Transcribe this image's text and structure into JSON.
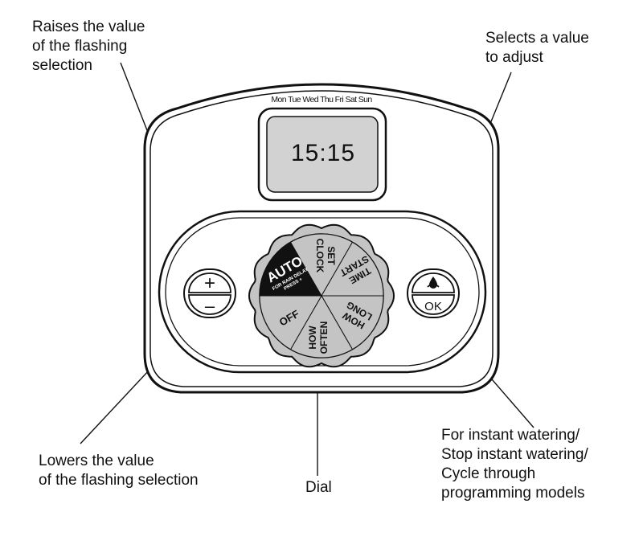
{
  "callouts": {
    "raises": "Raises the value\nof the flashing\nselection",
    "selects": "Selects a value\nto adjust",
    "lowers": "Lowers the value\nof the flashing selection",
    "dial": "Dial",
    "ok_button": "For instant watering/\nStop instant watering/\nCycle through\nprogramming models"
  },
  "device": {
    "days": "Mon Tue Wed Thu Fri Sat Sun",
    "time": "15:15",
    "plus_symbol": "+",
    "minus_symbol": "–",
    "ok_label": "OK",
    "water_icon": "water-drop-icon",
    "dial_segments": {
      "auto": "AUTO",
      "auto_sub1": "FOR RAIN DELAY",
      "auto_sub2": "PRESS +",
      "set_clock_1": "SET",
      "set_clock_2": "CLOCK",
      "start_time_1": "START",
      "start_time_2": "TIME",
      "how_long_1": "HOW",
      "how_long_2": "LONG",
      "how_often_1": "HOW",
      "how_often_2": "OFTEN",
      "off": "OFF"
    }
  },
  "colors": {
    "outline": "#111111",
    "lcd": "#d2d2d2",
    "dial": "#c4c4c4",
    "auto_segment": "#111111"
  }
}
